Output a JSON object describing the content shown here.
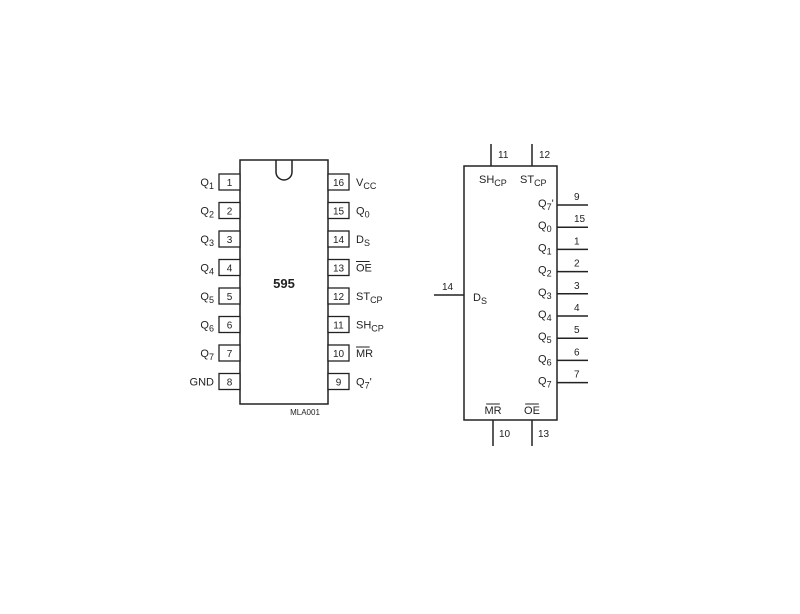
{
  "pinout": {
    "chip_label": "595",
    "footer_code": "MLA001",
    "left_pins": [
      {
        "num": "1",
        "name": "Q",
        "sub": "1",
        "bar": false,
        "prime": false
      },
      {
        "num": "2",
        "name": "Q",
        "sub": "2",
        "bar": false,
        "prime": false
      },
      {
        "num": "3",
        "name": "Q",
        "sub": "3",
        "bar": false,
        "prime": false
      },
      {
        "num": "4",
        "name": "Q",
        "sub": "4",
        "bar": false,
        "prime": false
      },
      {
        "num": "5",
        "name": "Q",
        "sub": "5",
        "bar": false,
        "prime": false
      },
      {
        "num": "6",
        "name": "Q",
        "sub": "6",
        "bar": false,
        "prime": false
      },
      {
        "num": "7",
        "name": "Q",
        "sub": "7",
        "bar": false,
        "prime": false
      },
      {
        "num": "8",
        "name": "GND",
        "sub": "",
        "bar": false,
        "prime": false
      }
    ],
    "right_pins": [
      {
        "num": "16",
        "name": "V",
        "sub": "CC",
        "bar": false,
        "prime": false
      },
      {
        "num": "15",
        "name": "Q",
        "sub": "0",
        "bar": false,
        "prime": false
      },
      {
        "num": "14",
        "name": "D",
        "sub": "S",
        "bar": false,
        "prime": false
      },
      {
        "num": "13",
        "name": "OE",
        "sub": "",
        "bar": true,
        "prime": false
      },
      {
        "num": "12",
        "name": "ST",
        "sub": "CP",
        "bar": false,
        "prime": false
      },
      {
        "num": "11",
        "name": "SH",
        "sub": "CP",
        "bar": false,
        "prime": false
      },
      {
        "num": "10",
        "name": "MR",
        "sub": "",
        "bar": true,
        "prime": false
      },
      {
        "num": "9",
        "name": "Q",
        "sub": "7",
        "bar": false,
        "prime": true
      }
    ]
  },
  "logic_symbol": {
    "top_pins": [
      {
        "num": "11",
        "name": "SH",
        "sub": "CP",
        "bar": false
      },
      {
        "num": "12",
        "name": "ST",
        "sub": "CP",
        "bar": false
      }
    ],
    "left_pin": {
      "num": "14",
      "name": "D",
      "sub": "S",
      "bar": false
    },
    "right_pins": [
      {
        "num": "9",
        "name": "Q",
        "sub": "7",
        "prime": true
      },
      {
        "num": "15",
        "name": "Q",
        "sub": "0",
        "prime": false
      },
      {
        "num": "1",
        "name": "Q",
        "sub": "1",
        "prime": false
      },
      {
        "num": "2",
        "name": "Q",
        "sub": "2",
        "prime": false
      },
      {
        "num": "3",
        "name": "Q",
        "sub": "3",
        "prime": false
      },
      {
        "num": "4",
        "name": "Q",
        "sub": "4",
        "prime": false
      },
      {
        "num": "5",
        "name": "Q",
        "sub": "5",
        "prime": false
      },
      {
        "num": "6",
        "name": "Q",
        "sub": "6",
        "prime": false
      },
      {
        "num": "7",
        "name": "Q",
        "sub": "7",
        "prime": false
      }
    ],
    "bottom_pins": [
      {
        "num": "10",
        "name": "MR",
        "sub": "",
        "bar": true
      },
      {
        "num": "13",
        "name": "OE",
        "sub": "",
        "bar": true
      }
    ]
  },
  "colors": {
    "line": "#222222",
    "background": "#ffffff"
  }
}
